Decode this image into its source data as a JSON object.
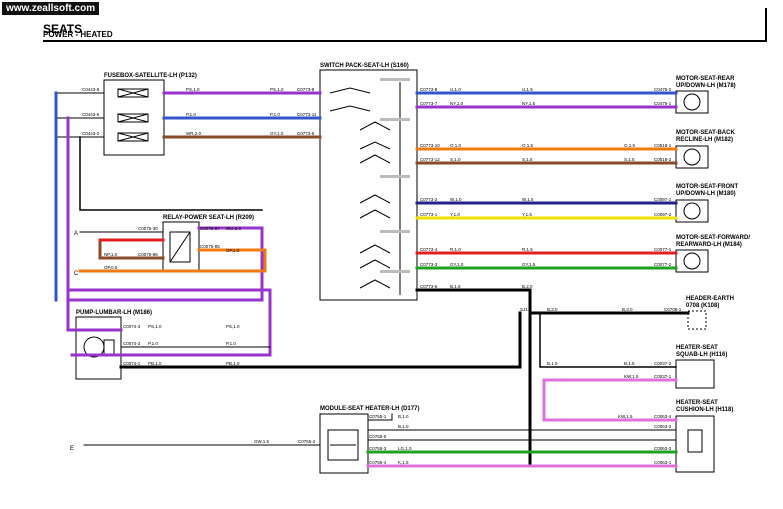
{
  "header": {
    "watermark": "www.zeallsoft.com",
    "title": "SEATS",
    "subtitle": "POWER - HEATED"
  },
  "components": {
    "fusebox": "FUSEBOX-SATELLITE-LH (P132)",
    "switch_pack": "SWITCH PACK-SEAT-LH (S160)",
    "relay": "RELAY-POWER SEAT-LH (R209)",
    "pump": "PUMP-LUMBAR-LH (M186)",
    "module": "MODULE-SEAT HEATER-LH (D177)",
    "motor_rear_1": "MOTOR-SEAT-REAR",
    "motor_rear_2": "UP/DOWN-LH (M178)",
    "motor_back_1": "MOTOR-SEAT-BACK",
    "motor_back_2": "RECLINE-LH (M182)",
    "motor_front_1": "MOTOR-SEAT-FRONT",
    "motor_front_2": "UP/DOWN-LH (M180)",
    "motor_fwd_1": "MOTOR-SEAT-FORWARD/",
    "motor_fwd_2": "REARWARD-LH (M184)",
    "earth_1": "HEADER-EARTH",
    "earth_2": "0708 (K108)",
    "squab_1": "HEATER-SEAT",
    "squab_2": "SQUAB-LH (H116)",
    "cushion_1": "HEATER-SEAT",
    "cushion_2": "CUSHION-LH (H118)"
  },
  "wire_labels": {
    "w1": "PS,1.0",
    "w2": "P,1.0",
    "w3": "WR,2.0",
    "w4": "U,1.0",
    "w5": "NY,1.0",
    "w6": "U,1.5",
    "w7": "NY,1.5",
    "w8": "O,1.0",
    "w9": "S,1.0",
    "w10": "O,1.5",
    "w11": "S,1.5",
    "w12": "W,1.0",
    "w13": "Y,1.0",
    "w14": "W,1.5",
    "w15": "Y,1.5",
    "w16": "R,1.0",
    "w17": "GY,1.0",
    "w18": "R,1.5",
    "w19": "GY,1.5",
    "w20": "B,1.5",
    "w21": "B,2.0",
    "w22": "B,3.0",
    "w23": "NP,1.0",
    "w24": "OP,1.0",
    "w25": "OP,0.5",
    "w26": "WU,2.0",
    "w27": "PB,1.0",
    "w28": "KW,1.5",
    "w29": "GW,1.5",
    "w30": "LG,1.0",
    "w31": "K,1.5",
    "w32": "B,1.0",
    "w33": "S,1.5"
  },
  "connector_labels": {
    "c_fb_1": "C0443-8",
    "c_fb_2": "C0443-5",
    "c_fb_3": "C0443-2",
    "c_sw_1": "C0773-8",
    "c_sw_2": "C0773-11",
    "c_sw_3": "C0773-5",
    "c_sw_4": "C0773-7",
    "c_sw_5": "C0773-10",
    "c_sw_6": "C0773-12",
    "c_sw_7": "C0773-2",
    "c_sw_8": "C0773-1",
    "c_sw_9": "C0773-4",
    "c_sw_10": "C0773-3",
    "c_sw_11": "C0773-6",
    "c_m1a": "C0475-2",
    "c_m1b": "C0475-1",
    "c_m2a": "C0518-1",
    "c_m2b": "C0518-2",
    "c_m3a": "C0097-1",
    "c_m3b": "C0097-2",
    "c_m4a": "C0077-1",
    "c_m4b": "C0077-2",
    "c_earth": "C0708-1",
    "c_sq1": "C0037-2",
    "c_sq2": "C0037-1",
    "c_cu1": "C0063-4",
    "c_cu2": "C0063-2",
    "c_cu3": "C0063-3",
    "c_cu4": "C0063-1",
    "c_mod1": "C0755-1",
    "c_mod2": "C0755-2",
    "c_mod3": "C0755-5",
    "c_mod4": "C0755-3",
    "c_mod5": "C0755-4",
    "c_pump1": "C0074-3",
    "c_pump2": "C0074-2",
    "c_pump3": "C0074-1",
    "c_relay1": "C0075-30",
    "c_relay2": "C0075-87",
    "c_relay3": "C0075-86",
    "c_relay4": "C0075-85",
    "splice": "SJ1"
  },
  "colors": {
    "purple": "#9933cc",
    "blue": "#3355cc",
    "brown": "#8a4a2a",
    "orange": "#f07a10",
    "yellow": "#f0e000",
    "red": "#e02020",
    "green": "#20a020",
    "pink": "#e070e0",
    "black": "#000000",
    "navy": "#222288"
  }
}
